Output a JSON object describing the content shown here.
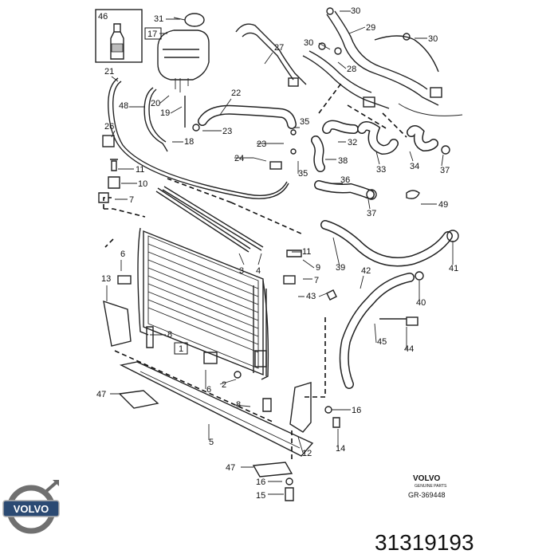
{
  "callouts": [
    {
      "id": "c46",
      "text": "46"
    },
    {
      "id": "c31",
      "text": "31"
    },
    {
      "id": "c17",
      "text": "17",
      "boxed": true
    },
    {
      "id": "c21",
      "text": "21"
    },
    {
      "id": "c48",
      "text": "48"
    },
    {
      "id": "c20",
      "text": "20"
    },
    {
      "id": "c19",
      "text": "19"
    },
    {
      "id": "c26",
      "text": "26"
    },
    {
      "id": "c18",
      "text": "18"
    },
    {
      "id": "c11a",
      "text": "11"
    },
    {
      "id": "c10",
      "text": "10"
    },
    {
      "id": "c7a",
      "text": "7"
    },
    {
      "id": "c22",
      "text": "22"
    },
    {
      "id": "c23a",
      "text": "23"
    },
    {
      "id": "c27",
      "text": "27"
    },
    {
      "id": "c30a",
      "text": "30"
    },
    {
      "id": "c29",
      "text": "29"
    },
    {
      "id": "c30b",
      "text": "30"
    },
    {
      "id": "c30c",
      "text": "30"
    },
    {
      "id": "c28",
      "text": "28"
    },
    {
      "id": "c35a",
      "text": "35"
    },
    {
      "id": "c23b",
      "text": "23"
    },
    {
      "id": "c32",
      "text": "32"
    },
    {
      "id": "c24",
      "text": "24"
    },
    {
      "id": "c35b",
      "text": "35"
    },
    {
      "id": "c38",
      "text": "38"
    },
    {
      "id": "c33",
      "text": "33"
    },
    {
      "id": "c34",
      "text": "34"
    },
    {
      "id": "c37a",
      "text": "37"
    },
    {
      "id": "c36",
      "text": "36"
    },
    {
      "id": "c37b",
      "text": "37"
    },
    {
      "id": "c49",
      "text": "49"
    },
    {
      "id": "c3",
      "text": "3"
    },
    {
      "id": "c4",
      "text": "4"
    },
    {
      "id": "c11b",
      "text": "11"
    },
    {
      "id": "c9",
      "text": "9"
    },
    {
      "id": "c7b",
      "text": "7"
    },
    {
      "id": "c39",
      "text": "39"
    },
    {
      "id": "c41",
      "text": "41"
    },
    {
      "id": "c42",
      "text": "42"
    },
    {
      "id": "c40",
      "text": "40"
    },
    {
      "id": "c43",
      "text": "43"
    },
    {
      "id": "c6a",
      "text": "6"
    },
    {
      "id": "c13",
      "text": "13"
    },
    {
      "id": "c8a",
      "text": "8"
    },
    {
      "id": "c1",
      "text": "1",
      "boxed": true
    },
    {
      "id": "c45",
      "text": "45"
    },
    {
      "id": "c44",
      "text": "44"
    },
    {
      "id": "c6b",
      "text": "6"
    },
    {
      "id": "c2",
      "text": "2"
    },
    {
      "id": "c47a",
      "text": "47"
    },
    {
      "id": "c8b",
      "text": "8"
    },
    {
      "id": "c16a",
      "text": "16"
    },
    {
      "id": "c5",
      "text": "5"
    },
    {
      "id": "c14",
      "text": "14"
    },
    {
      "id": "c12",
      "text": "12"
    },
    {
      "id": "c47b",
      "text": "47"
    },
    {
      "id": "c16b",
      "text": "16"
    },
    {
      "id": "c15",
      "text": "15"
    }
  ],
  "stamp": {
    "brand": "VOLVO",
    "subline": "GENUINE PARTS",
    "reference": "GR-369448"
  },
  "logo": {
    "text": "VOLVO"
  },
  "part_number": "31319193"
}
